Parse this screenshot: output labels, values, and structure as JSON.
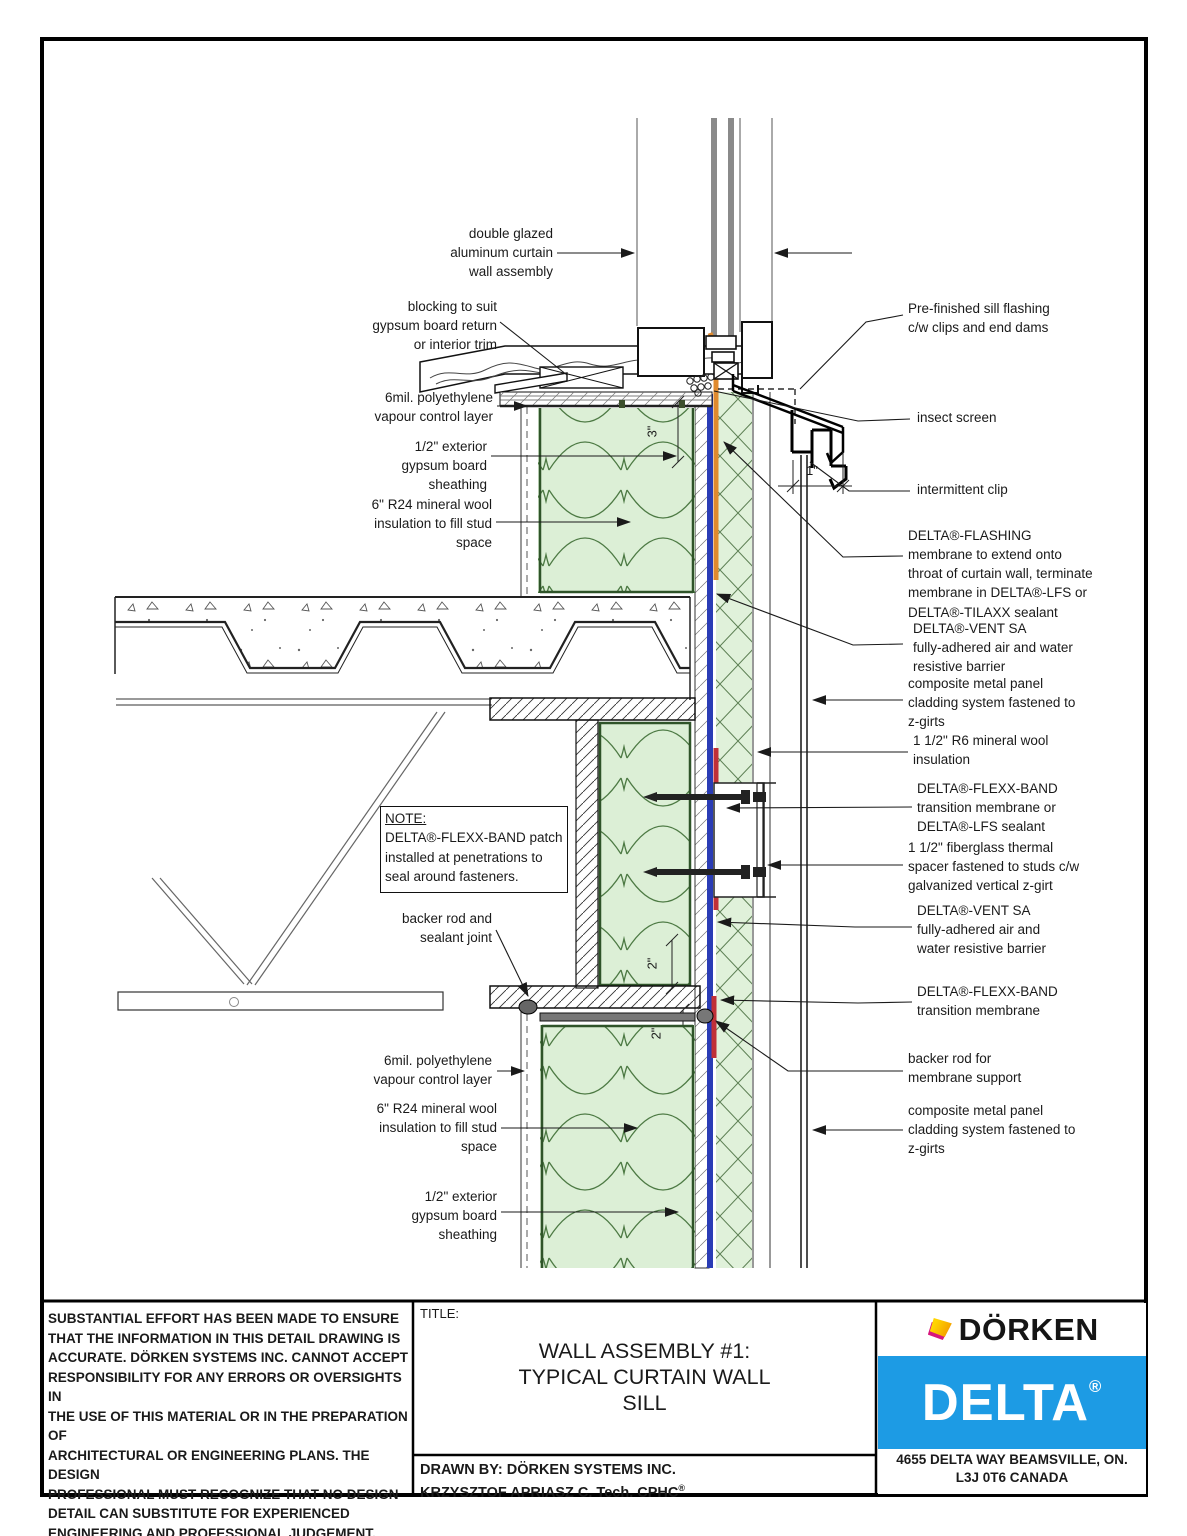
{
  "drawing": {
    "labels_left": {
      "double_glazed": "double glazed\naluminum curtain\nwall assembly",
      "blocking": "blocking to suit\ngypsum board return\nor interior trim",
      "vapour_top": "6mil. polyethylene\nvapour control layer",
      "sheathing_top": "1/2\" exterior\ngypsum board\nsheathing",
      "r24_top": "6\" R24 mineral wool\ninsulation to fill stud\nspace",
      "backer_sealant": "backer rod and\nsealant joint",
      "vapour_bottom": "6mil. polyethylene\nvapour control layer",
      "r24_bottom": "6\" R24 mineral wool\ninsulation to fill stud\nspace",
      "sheathing_bottom": "1/2\" exterior\ngypsum board\nsheathing"
    },
    "note": {
      "heading": "NOTE:",
      "body": "DELTA®-FLEXX-BAND patch\ninstalled at penetrations to\nseal around fasteners."
    },
    "labels_right": {
      "sill_flashing": "Pre-finished sill flashing\nc/w clips and end dams",
      "insect_screen": "insect screen",
      "intermittent_clip": "intermittent clip",
      "delta_flashing": "DELTA®-FLASHING\nmembrane to extend onto\nthroat of curtain wall, terminate\nmembrane in DELTA®-LFS or\nDELTA®-TILAXX sealant",
      "delta_vent_top": "DELTA®-VENT SA\nfully-adhered air and water\nresistive barrier",
      "panel_top": "composite metal panel\ncladding system fastened to\nz-girts",
      "r6_wool": "1 1/2\" R6 mineral wool\ninsulation",
      "flexx_mid": "DELTA®-FLEXX-BAND\ntransition membrane or\nDELTA®-LFS sealant",
      "thermal_spacer": "1 1/2\" fiberglass thermal\nspacer fastened to studs c/w\ngalvanized vertical z-girt",
      "delta_vent_mid": "DELTA®-VENT SA\nfully-adhered air and\nwater resistive barrier",
      "flexx_low": "DELTA®-FLEXX-BAND\ntransition membrane",
      "backer_rod": "backer rod for\nmembrane support",
      "panel_bottom": "composite metal panel\ncladding system fastened to\nz-girts"
    },
    "dimensions": {
      "insulation_top": "3\"",
      "flashing_projection": "1\"",
      "lap_upper": "2\"",
      "lap_lower": "2\""
    }
  },
  "title_block": {
    "disclaimer": "SUBSTANTIAL EFFORT HAS BEEN MADE TO ENSURE\nTHAT THE INFORMATION IN THIS DETAIL DRAWING IS\nACCURATE. DÖRKEN SYSTEMS INC. CANNOT ACCEPT\nRESPONSIBILITY FOR ANY ERRORS OR OVERSIGHTS IN\nTHE USE OF THIS MATERIAL OR IN THE PREPARATION OF\nARCHITECTURAL OR ENGINEERING PLANS. THE DESIGN\nPROFESSIONAL MUST RECOGNIZE THAT NO DESIGN\nDETAIL CAN SUBSTITUTE FOR EXPERIENCED\nENGINEERING AND PROFESSIONAL JUDGEMENT.",
    "title_label": "TITLE:",
    "title": "WALL ASSEMBLY #1:\nTYPICAL CURTAIN WALL\nSILL",
    "drawn_by_line1": "DRAWN BY: DÖRKEN SYSTEMS INC.",
    "drawn_by_line2": "KRZYSZTOF APRIASZ C. Tech. CPHC",
    "drawn_by_reg": "®"
  },
  "brand": {
    "name": "DÖRKEN",
    "product": "DELTA",
    "reg": "®",
    "address": "4655 DELTA WAY BEAMSVILLE, ON.\nL3J 0T6 CANADA",
    "delta_blue": "#1d9be4"
  },
  "colors": {
    "insulation_green": "#dcefd6",
    "membrane_blue": "#2a3cb5",
    "membrane_orange": "#e08a2e",
    "membrane_red": "#c03038"
  }
}
